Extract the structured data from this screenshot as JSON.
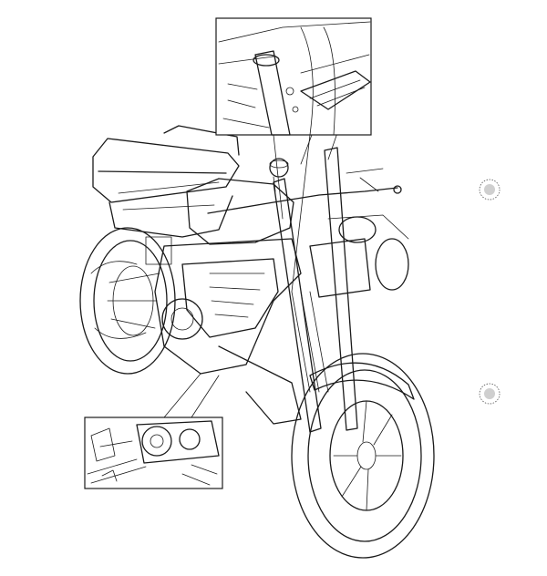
{
  "figure": {
    "figure_code": "",
    "subject_icon": "motorcycle-line-drawing",
    "callouts": [
      {
        "name": "upper-detail-inset",
        "depicts": "handlebar-clamp-and-fork-top"
      },
      {
        "name": "lower-detail-inset",
        "depicts": "engine-side-cover"
      }
    ],
    "registration_marks": 2,
    "line_color": "#1a1a1a",
    "background_color": "#ffffff"
  }
}
